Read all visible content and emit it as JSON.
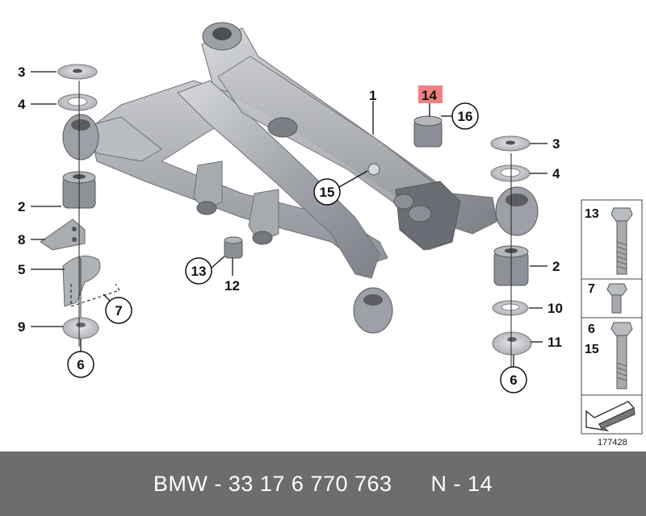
{
  "diagram": {
    "callouts": {
      "c3_left": "3",
      "c4_left": "4",
      "c2_left": "2",
      "c8": "8",
      "c5": "5",
      "c9": "9",
      "c6_left": "6",
      "c7": "7",
      "c1": "1",
      "c14": "14",
      "c16": "16",
      "c15": "15",
      "c13": "13",
      "c12": "12",
      "c3_right": "3",
      "c4_right": "4",
      "c2_right": "2",
      "c10": "10",
      "c11": "11",
      "c6_right": "6"
    },
    "highlight_color": "#f08080",
    "legend": {
      "row1_numbers": [
        "13"
      ],
      "row2_numbers": [
        "7"
      ],
      "row3_numbers": [
        "6",
        "15"
      ]
    },
    "reference_number": "177428"
  },
  "footer": {
    "text": "BMW - 33 17 6 770 763      N - 14"
  }
}
